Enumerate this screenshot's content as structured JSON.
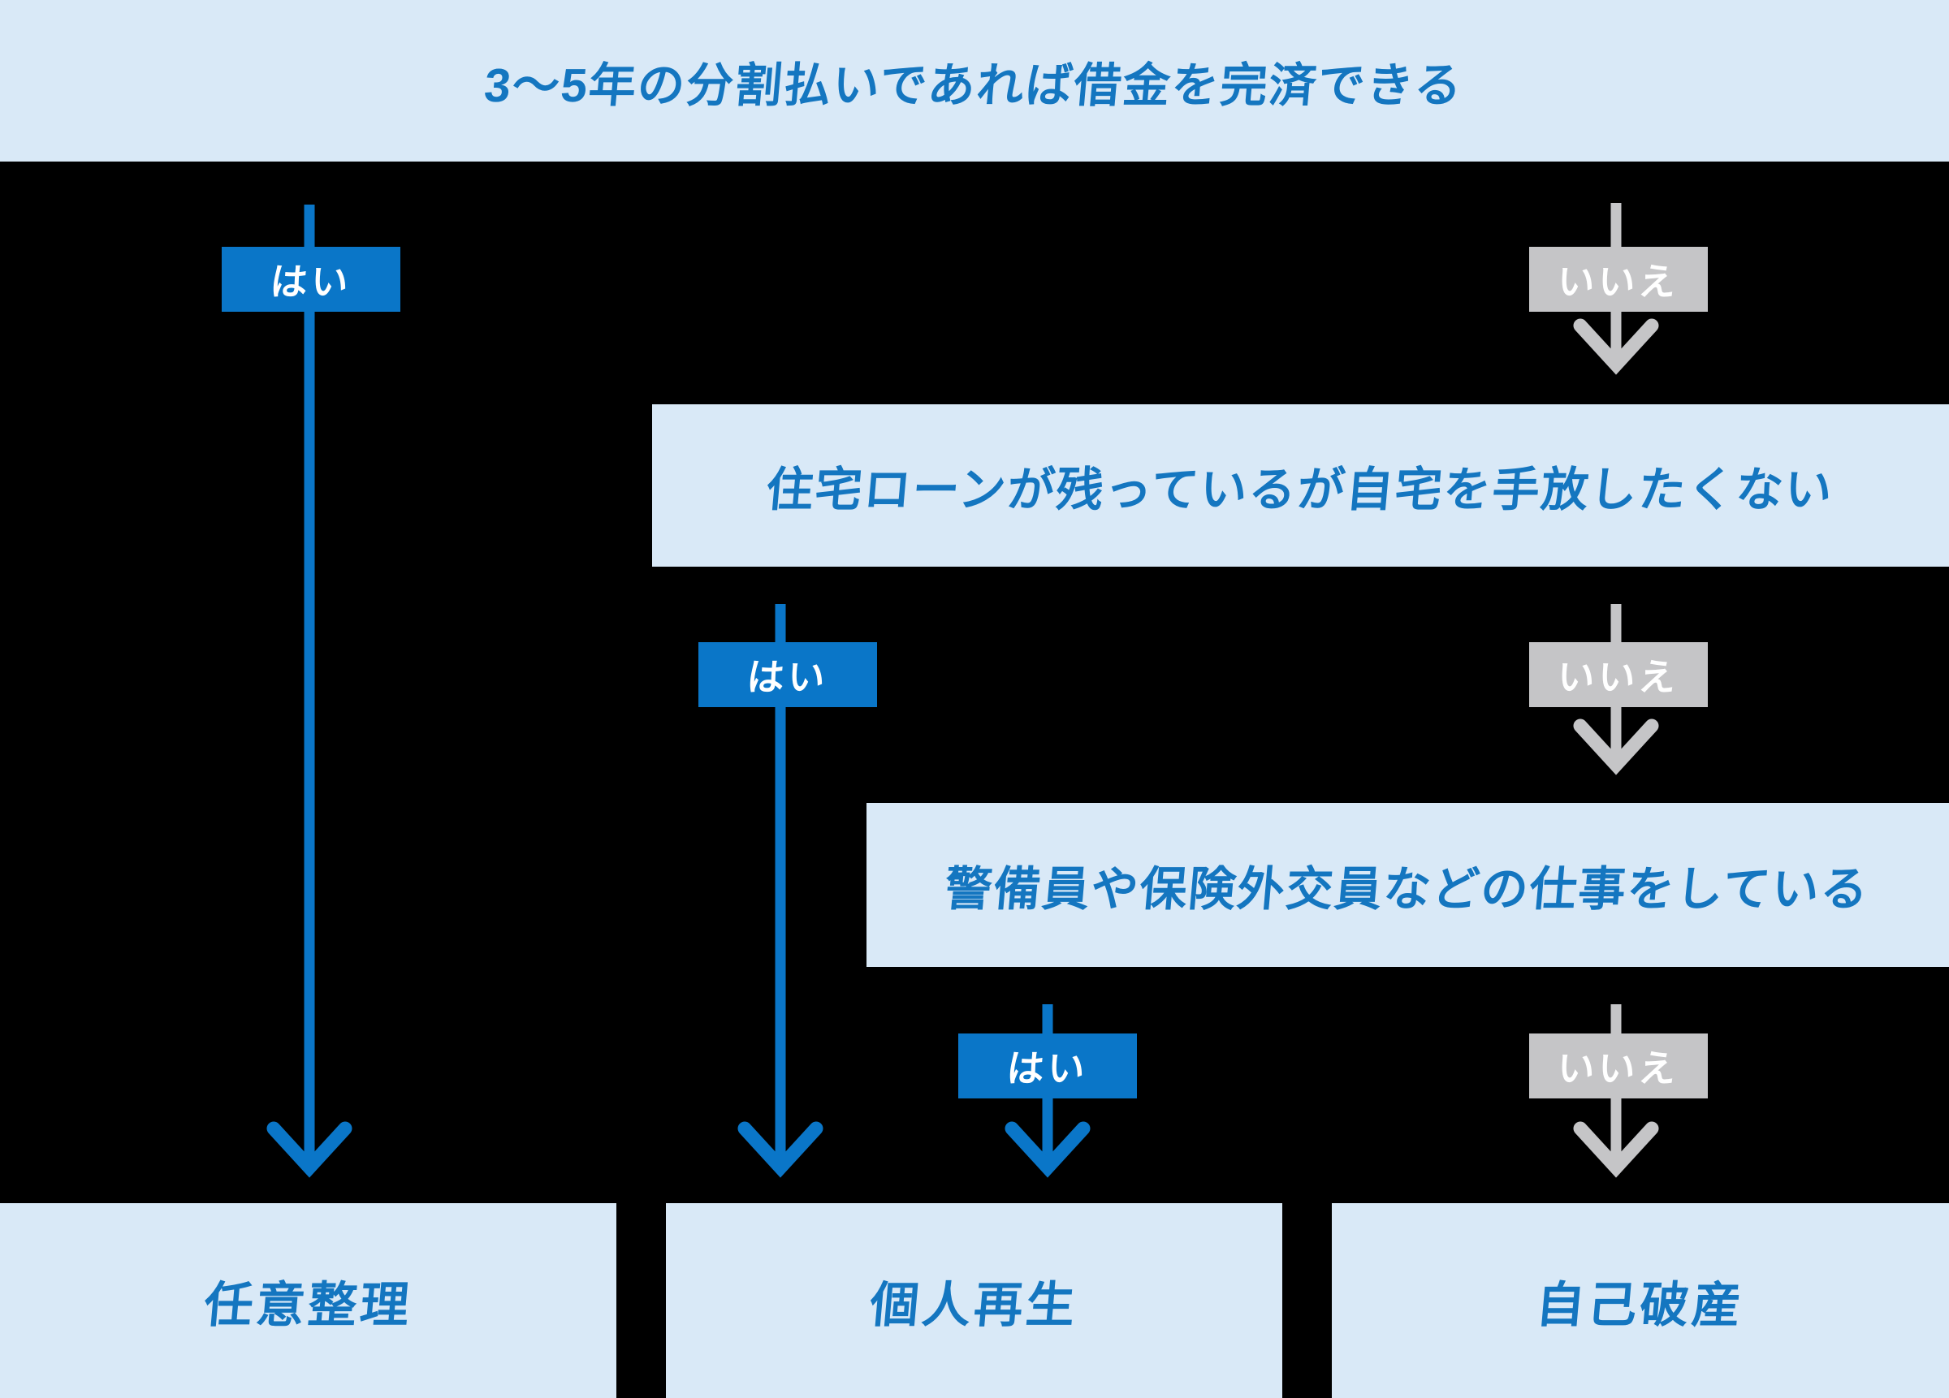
{
  "colors": {
    "page_background": "#000000",
    "panel_blue": "#d9e9f7",
    "accent_blue": "#0a76c8",
    "gray": "#c5c5c7",
    "text_blue": "#1476c0",
    "label_text": "#ffffff"
  },
  "flowchart": {
    "question_1": "3〜5年の分割払いであれば借金を完済できる",
    "question_2": "住宅ローンが残っているが自宅を手放したくない",
    "question_3": "警備員や保険外交員などの仕事をしている",
    "branch_labels": {
      "q1_yes": "はい",
      "q1_no": "いいえ",
      "q2_yes": "はい",
      "q2_no": "いいえ",
      "q3_yes": "はい",
      "q3_no": "いいえ"
    },
    "results": {
      "voluntary_liquidation": "任意整理",
      "individual_rehabilitation": "個人再生",
      "bankruptcy": "自己破産"
    }
  }
}
